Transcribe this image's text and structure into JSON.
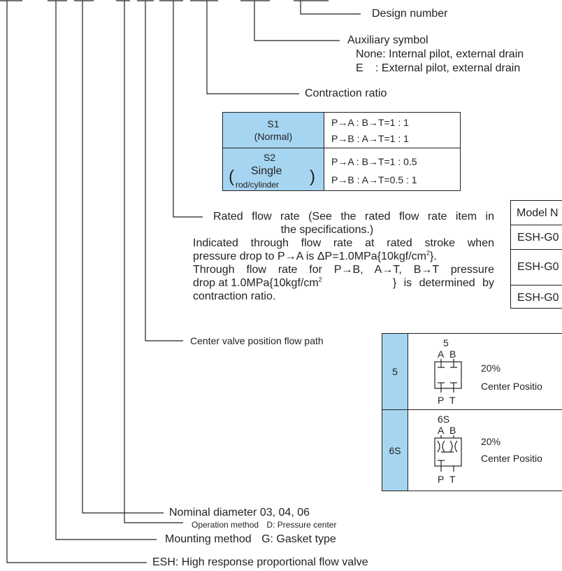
{
  "design_number": "Design number",
  "auxiliary": {
    "title": "Auxiliary symbol",
    "none_line": "None: Internal pilot, external drain",
    "e_key": "E",
    "e_line": ": External pilot, external drain"
  },
  "contraction": {
    "title": "Contraction ratio",
    "rows": [
      {
        "code": "S1",
        "sub": "(Normal)",
        "line1": "P→A : B→T=1 : 1",
        "line2": "P→B : A→T=1 : 1"
      },
      {
        "code": "S2",
        "sub_a": "Single",
        "sub_b": "rod/cylinder",
        "paren_l": "(",
        "paren_r": ")",
        "line1": "P→A : B→T=1 : 0.5",
        "line2": "P→B : A→T=0.5 : 1"
      }
    ]
  },
  "model_table": {
    "header": "Model N",
    "rows": [
      "ESH-G0",
      "ESH-G0",
      "ESH-G0"
    ]
  },
  "rated_flow": {
    "line1": "Rated flow rate (See the rated flow rate item in",
    "line2": "the specifications.)",
    "line3": "Indicated through flow rate at rated stroke when",
    "line4": "pressure drop to P→A is ΔP=1.0MPa{10kgf/cm",
    "line4_sup": "2",
    "line4_end": "}.",
    "line5": "Through flow rate for P→B, A→T, B→T pressure",
    "line6": "drop at 1.0MPa{10kgf/cm",
    "line6_sup": "2",
    "line6_end": "} is determined by",
    "line7": "contraction ratio."
  },
  "center_flow": {
    "title": "Center valve position flow path",
    "rows": [
      {
        "code": "5",
        "symbol_label": "5",
        "port_a": "A",
        "port_b": "B",
        "port_p": "P",
        "port_t": "T",
        "percent": "20%",
        "desc": "Center Positio"
      },
      {
        "code": "6S",
        "symbol_label": "6S",
        "port_a": "A",
        "port_b": "B",
        "port_p": "P",
        "port_t": "T",
        "percent": "20%",
        "desc": "Center Positio"
      }
    ]
  },
  "operation": {
    "title": "Operation method",
    "value": "D: Pressure center"
  },
  "nominal": "Nominal diameter 03, 04, 06",
  "mounting": {
    "title": "Mounting method",
    "value": "G: Gasket type"
  },
  "esh": "ESH: High response proportional flow valve"
}
